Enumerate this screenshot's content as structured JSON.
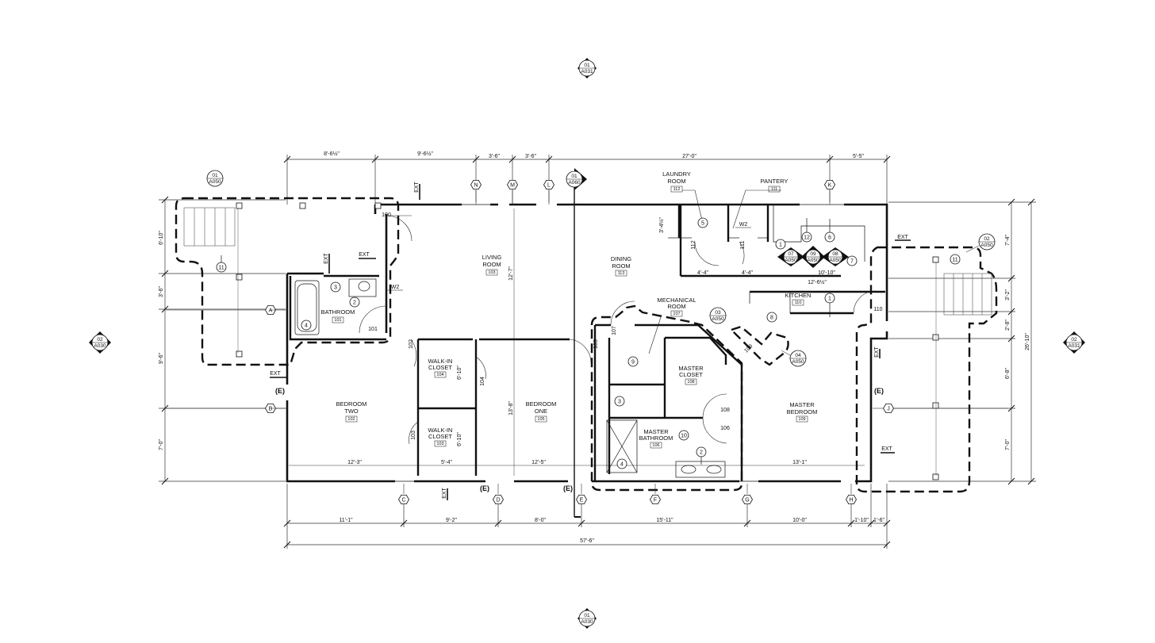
{
  "dimensions": {
    "top": [
      "8'-6½\"",
      "9'-6½\"",
      "3'-6\"",
      "3'-6\"",
      "27'-0\"",
      "5'-5\""
    ],
    "bottom": [
      "11'-1\"",
      "9'-2\"",
      "8'-0\"",
      "15'-11\"",
      "10'-0\"",
      "1'-10\"",
      "1'-6\""
    ],
    "overall_bottom": "57'-6\"",
    "left": [
      "6'-10\"",
      "3'-6\"",
      "9'-6\"",
      "7'-0\""
    ],
    "right": [
      "7'-4\"",
      "3'-2\"",
      "2'-8\"",
      "6'-8\"",
      "7'-0\""
    ],
    "overall_right": "26'-10\"",
    "interior": [
      "12'-3\"",
      "5'-4\"",
      "12'-5\"",
      "13'-1\"",
      "12'-7\"",
      "13'-8\"",
      "6'-10\"",
      "6'-10\"",
      "4'-4\"",
      "4'-4\"",
      "10'-10\"",
      "12'-6½\"",
      "3'-4½\""
    ]
  },
  "rooms": {
    "bathroom": {
      "name": "BATHROOM",
      "num": "101"
    },
    "bedroom_two": {
      "name1": "BEDROOM",
      "name2": "TWO",
      "num": "102"
    },
    "wic_104": {
      "name1": "WALK-IN",
      "name2": "CLOSET",
      "num": "104"
    },
    "wic_103": {
      "name1": "WALK-IN",
      "name2": "CLOSET",
      "num": "103"
    },
    "living": {
      "name1": "LIVING",
      "name2": "ROOM",
      "num": "103"
    },
    "bedroom_one": {
      "name1": "BEDROOM",
      "name2": "ONE",
      "num": "105"
    },
    "dining": {
      "name1": "DINING",
      "name2": "ROOM",
      "num": "113"
    },
    "laundry": {
      "name1": "LAUNDRY",
      "name2": "ROOM",
      "num": "112"
    },
    "pantry": {
      "name": "PANTERY",
      "num": "111"
    },
    "mechanical": {
      "name1": "MECHANICAL",
      "name2": "ROOM",
      "num": "107"
    },
    "kitchen": {
      "name": "KITCHEN",
      "num": "110"
    },
    "master_closet": {
      "name1": "MASTER",
      "name2": "CLOSET",
      "num": "108"
    },
    "master_bathroom": {
      "name1": "MASTER",
      "name2": "BATHROOM",
      "num": "106"
    },
    "master_bedroom": {
      "name1": "MASTER",
      "name2": "BEDROOM",
      "num": "109"
    }
  },
  "grids": {
    "top": [
      "N",
      "M",
      "L",
      "K"
    ],
    "bottom": [
      "C",
      "D",
      "E",
      "F",
      "G",
      "H"
    ],
    "left": [
      "A",
      "B"
    ],
    "right": [
      "J"
    ]
  },
  "elevation_markers": {
    "top": {
      "num": "01",
      "sheet": "A031"
    },
    "bottom": {
      "num": "01",
      "sheet": "A030"
    },
    "left": {
      "num": "02",
      "sheet": "A030"
    },
    "right": {
      "num": "02",
      "sheet": "A031"
    }
  },
  "section_marker": {
    "num": "01",
    "sheet": "A060"
  },
  "detail_callouts": [
    {
      "num": "01",
      "sheet": "A050"
    },
    {
      "num": "02",
      "sheet": "A050"
    },
    {
      "num": "03",
      "sheet": "A050"
    },
    {
      "num": "04",
      "sheet": "A050"
    }
  ],
  "interior_elevations": [
    {
      "num": "07",
      "sheet": "A050"
    },
    {
      "num": "09",
      "sheet": "A050"
    },
    {
      "num": "08",
      "sheet": "A050"
    }
  ],
  "keynotes": [
    "11",
    "3",
    "2",
    "4",
    "5",
    "1",
    "12",
    "6",
    "7",
    "8",
    "1",
    "9",
    "3",
    "10",
    "4",
    "2",
    "11"
  ],
  "door_tags": [
    "100",
    "101",
    "102",
    "103",
    "104",
    "105",
    "106",
    "107",
    "108",
    "109",
    "110",
    "111",
    "112"
  ],
  "window_tags": [
    "W2",
    "W2"
  ],
  "labels": {
    "ext": "EXT",
    "existing": "(E)"
  }
}
